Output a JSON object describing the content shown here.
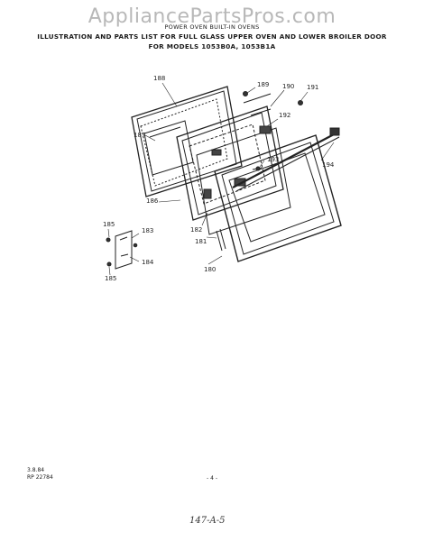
{
  "watermark": "AppliancePartsPros.com",
  "header": {
    "line1": "POWER OVEN BUILT-IN OVENS",
    "line2": "ILLUSTRATION AND PARTS LIST FOR FULL GLASS UPPER OVEN AND LOWER BROILER DOOR",
    "line3": "FOR MODELS 1053B0A, 1053B1A"
  },
  "callouts": [
    "188",
    "189",
    "190",
    "191",
    "192",
    "187",
    "193",
    "194",
    "186",
    "185",
    "183",
    "182",
    "181",
    "184",
    "180",
    "185"
  ],
  "footer": {
    "date": "3.8.84",
    "code": "RP 22784",
    "page": "- 4 -",
    "handwritten": "147-A-5"
  }
}
